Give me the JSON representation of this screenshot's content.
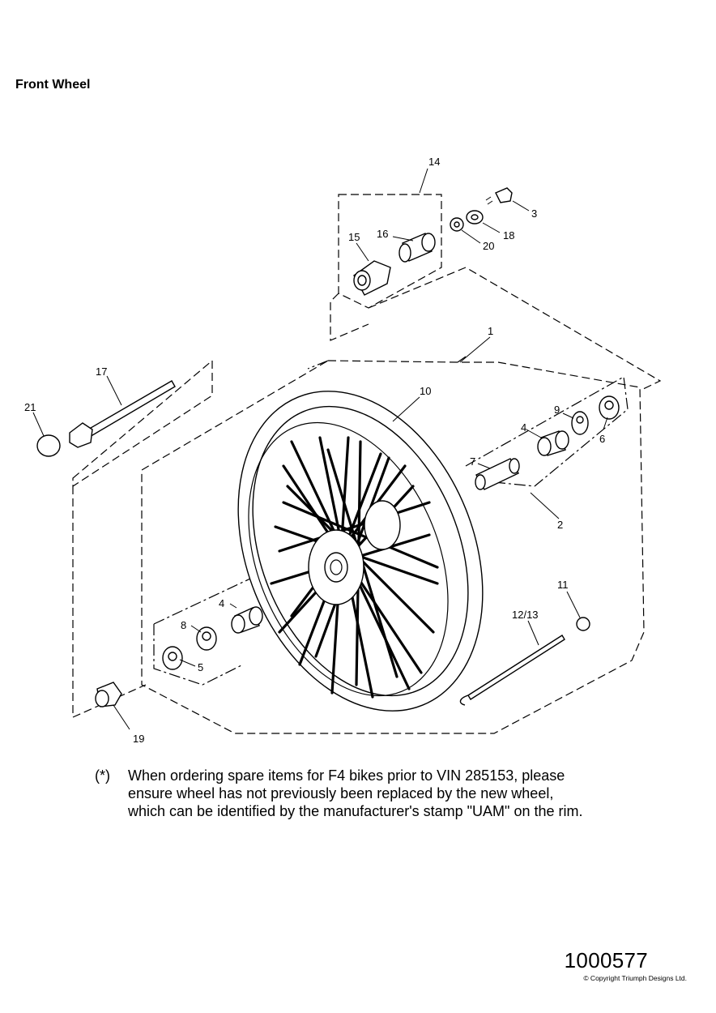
{
  "title": "Front Wheel",
  "callouts": [
    {
      "id": "c1",
      "text": "1"
    },
    {
      "id": "c2",
      "text": "2"
    },
    {
      "id": "c3",
      "text": "3"
    },
    {
      "id": "c4a",
      "text": "4"
    },
    {
      "id": "c4b",
      "text": "4"
    },
    {
      "id": "c5",
      "text": "5"
    },
    {
      "id": "c6",
      "text": "6"
    },
    {
      "id": "c7",
      "text": "7"
    },
    {
      "id": "c8",
      "text": "8"
    },
    {
      "id": "c9",
      "text": "9"
    },
    {
      "id": "c10",
      "text": "10"
    },
    {
      "id": "c11",
      "text": "11"
    },
    {
      "id": "c12",
      "text": "12/13"
    },
    {
      "id": "c14",
      "text": "14"
    },
    {
      "id": "c15",
      "text": "15"
    },
    {
      "id": "c16",
      "text": "16"
    },
    {
      "id": "c17",
      "text": "17"
    },
    {
      "id": "c18",
      "text": "18"
    },
    {
      "id": "c19",
      "text": "19"
    },
    {
      "id": "c20",
      "text": "20"
    },
    {
      "id": "c21",
      "text": "21"
    }
  ],
  "note": {
    "marker": "(*)",
    "lines": [
      "When ordering spare items for F4 bikes prior to VIN 285153, please",
      "ensure wheel has not previously been replaced by the new wheel,",
      "which can be identified by the manufacturer's stamp \"UAM\" on the rim."
    ]
  },
  "doc_number": "1000577",
  "copyright": "© Copyright Triumph Designs Ltd."
}
